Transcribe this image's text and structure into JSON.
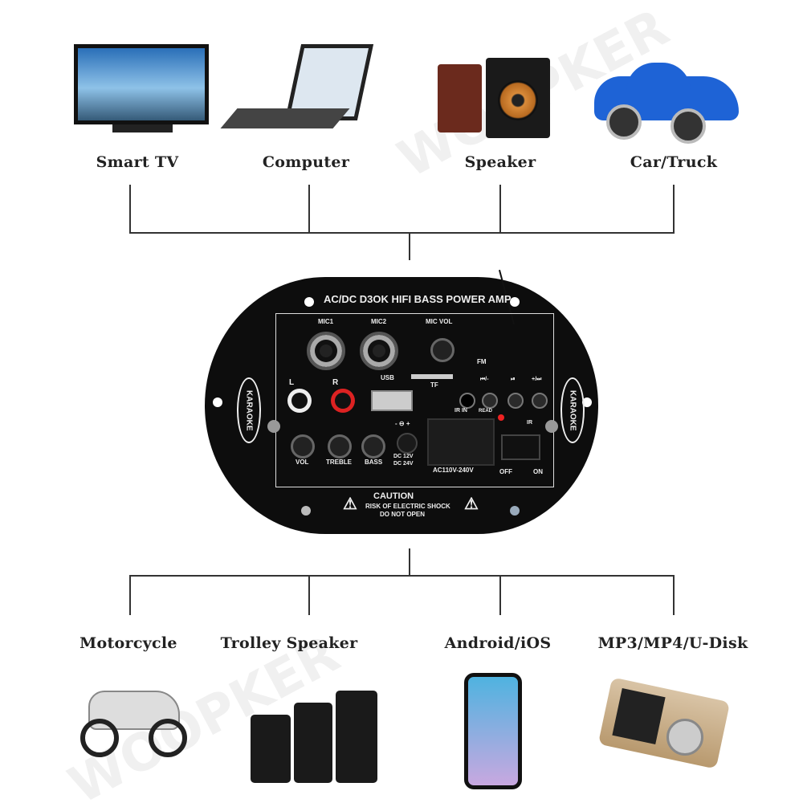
{
  "top_devices": [
    {
      "label": "Smart TV"
    },
    {
      "label": "Computer"
    },
    {
      "label": "Speaker"
    },
    {
      "label": "Car/Truck"
    }
  ],
  "bottom_devices": [
    {
      "label": "Motorcycle"
    },
    {
      "label": "Trolley Speaker"
    },
    {
      "label": "Android/iOS"
    },
    {
      "label": "MP3/MP4/U-Disk"
    }
  ],
  "watermark": "WOOPKER",
  "amp": {
    "title": "AC/DC D3OK HIFI BASS POWER AMP",
    "mic1": "MIC1",
    "mic2": "MIC2",
    "mic_vol": "MIC VOL",
    "minus": "-",
    "plus": "+",
    "l": "L",
    "r": "R",
    "usb": "USB",
    "tf": "TF",
    "fm": "FM",
    "ir_in": "IR IN",
    "read": "READ",
    "prev": "⏮/-",
    "play": "⏯",
    "next": "+/⏭",
    "ir": "IR",
    "vol": "VOL",
    "treble": "TREBLE",
    "bass": "BASS",
    "dc_polarity": "- ⊖ +",
    "dc12": "DC 12V",
    "dc24": "DC 24V",
    "ac": "AC110V-240V",
    "off": "OFF",
    "on": "ON",
    "karaoke": "KARAOKE",
    "caution": "CAUTION",
    "caution_line1": "RISK OF ELECTRIC SHOCK",
    "caution_line2": "DO NOT OPEN"
  }
}
